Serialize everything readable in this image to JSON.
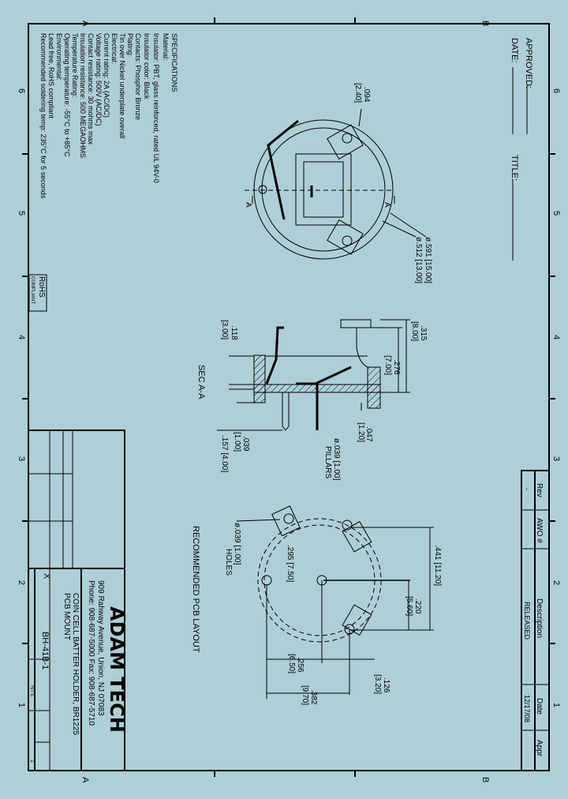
{
  "colors": {
    "background": "#aecfd7",
    "ink": "#000000"
  },
  "frame": {
    "zone_letters": [
      "A",
      "B"
    ],
    "zone_numbers": [
      "6",
      "5",
      "4",
      "3",
      "2",
      "1"
    ]
  },
  "approval": {
    "approved": "APPROVED:",
    "date": "DATE:",
    "title": "TITLE:"
  },
  "specs": {
    "heading": "SPECIFICATIONS",
    "lines": [
      "Material:",
      "Insulator: PBT, glass reinforced, rated UL 94V-0",
      "Insulator color: Black",
      "Contacts: Phosphor Bronze",
      "Plating:",
      "Tin over Nickel underplate overall",
      "Electrical:",
      "Current rating: 2A (AC/DC)",
      "Voltage rating: 500V (AC/DC)",
      "Contact resistance: 30 mohms max",
      "Insulation resistance: 500 MEGAOHMS",
      "Temperature Rating:",
      "Operating temperature: -55°C to +85°C",
      "Environmental:",
      "Lead free, RoHS compliant",
      "Recommended soldering temp: 235°C for 5 seconds"
    ]
  },
  "rohs": {
    "line1": "RoHS",
    "line2": "COMPLIANT"
  },
  "top_view": {
    "dim_094": ".094",
    "dim_094_mm": "[2.40]",
    "dia_outer": "ø.591 [15.00]",
    "dia_inner": "ø.512 [13.00]",
    "section_mark": "A"
  },
  "section_view": {
    "label": "SEC A-A",
    "d118": ".118",
    "d118mm": "[3.00]",
    "d315": ".315",
    "d315mm": "[8.00]",
    "d276": ".276",
    "d276mm": "[7.00]",
    "d039": ".039",
    "d039mm": "[1.00]",
    "d157": ".157 [4.00]",
    "d047": ".047",
    "d047mm": "[1.20]",
    "pillars1": "ø.039 [1.00]",
    "pillars2": "PILLARS"
  },
  "pcb_layout": {
    "label": "RECOMMENDED PCB LAYOUT",
    "holes1": "ø.039 [1.00]",
    "holes2": "HOLES",
    "d295": ".295 [7.50]",
    "d441": ".441 [11.20]",
    "d220": ".220",
    "d220mm": "[5.60]",
    "d256": ".256",
    "d256mm": "[6.50]",
    "d382": ".382",
    "d382mm": "[9.70]",
    "d126": ".126",
    "d126mm": "[3.20]"
  },
  "revision_block": {
    "headers": [
      "Rev",
      "AWO #",
      "Description",
      "Date",
      "Appr"
    ],
    "row": [
      "-",
      "",
      "RELEASED",
      "12/17/08",
      ""
    ]
  },
  "title_block": {
    "company": "ADAM TECH",
    "address": "909 Rahway Avenue, Union, NJ 07083",
    "phone": "Phone: 908-687-5000 Fax: 908-687-5710",
    "title1": "COIN CELL BATTER HOLDER, BR1225",
    "title2": "PCB MOUNT",
    "part_no": "BH-41B-1",
    "size": "X",
    "scale": "NTS",
    "sheet": "1"
  }
}
